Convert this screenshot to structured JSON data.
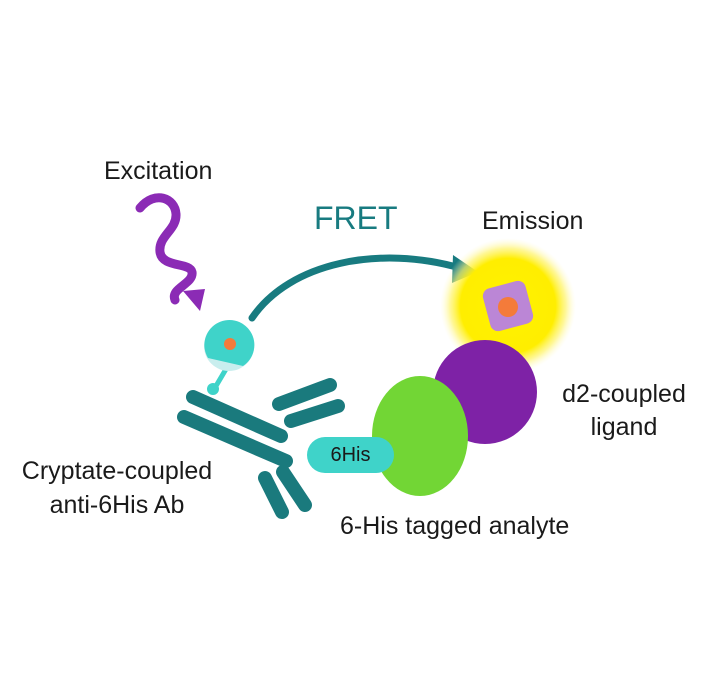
{
  "labels": {
    "excitation": "Excitation",
    "fret": "FRET",
    "emission": "Emission",
    "d2_line1": "d2-coupled",
    "d2_line2": "ligand",
    "cryptate_line1": "Cryptate-coupled",
    "cryptate_line2": "anti-6His Ab",
    "analyte": "6-His tagged analyte",
    "his_tag": "6His"
  },
  "colors": {
    "excitation_wave": "#8b2bb5",
    "fret_arrow": "#187b80",
    "antibody": "#1a7a7d",
    "cryptate": "#3fd3c9",
    "cryptate_light": "#c9eeee",
    "orange_dot": "#f47b3a",
    "glow": "#fff000",
    "acceptor_square": "#bb86d6",
    "ligand": "#7e22a6",
    "analyte": "#72d635",
    "his_tag": "#3fd3c9"
  }
}
